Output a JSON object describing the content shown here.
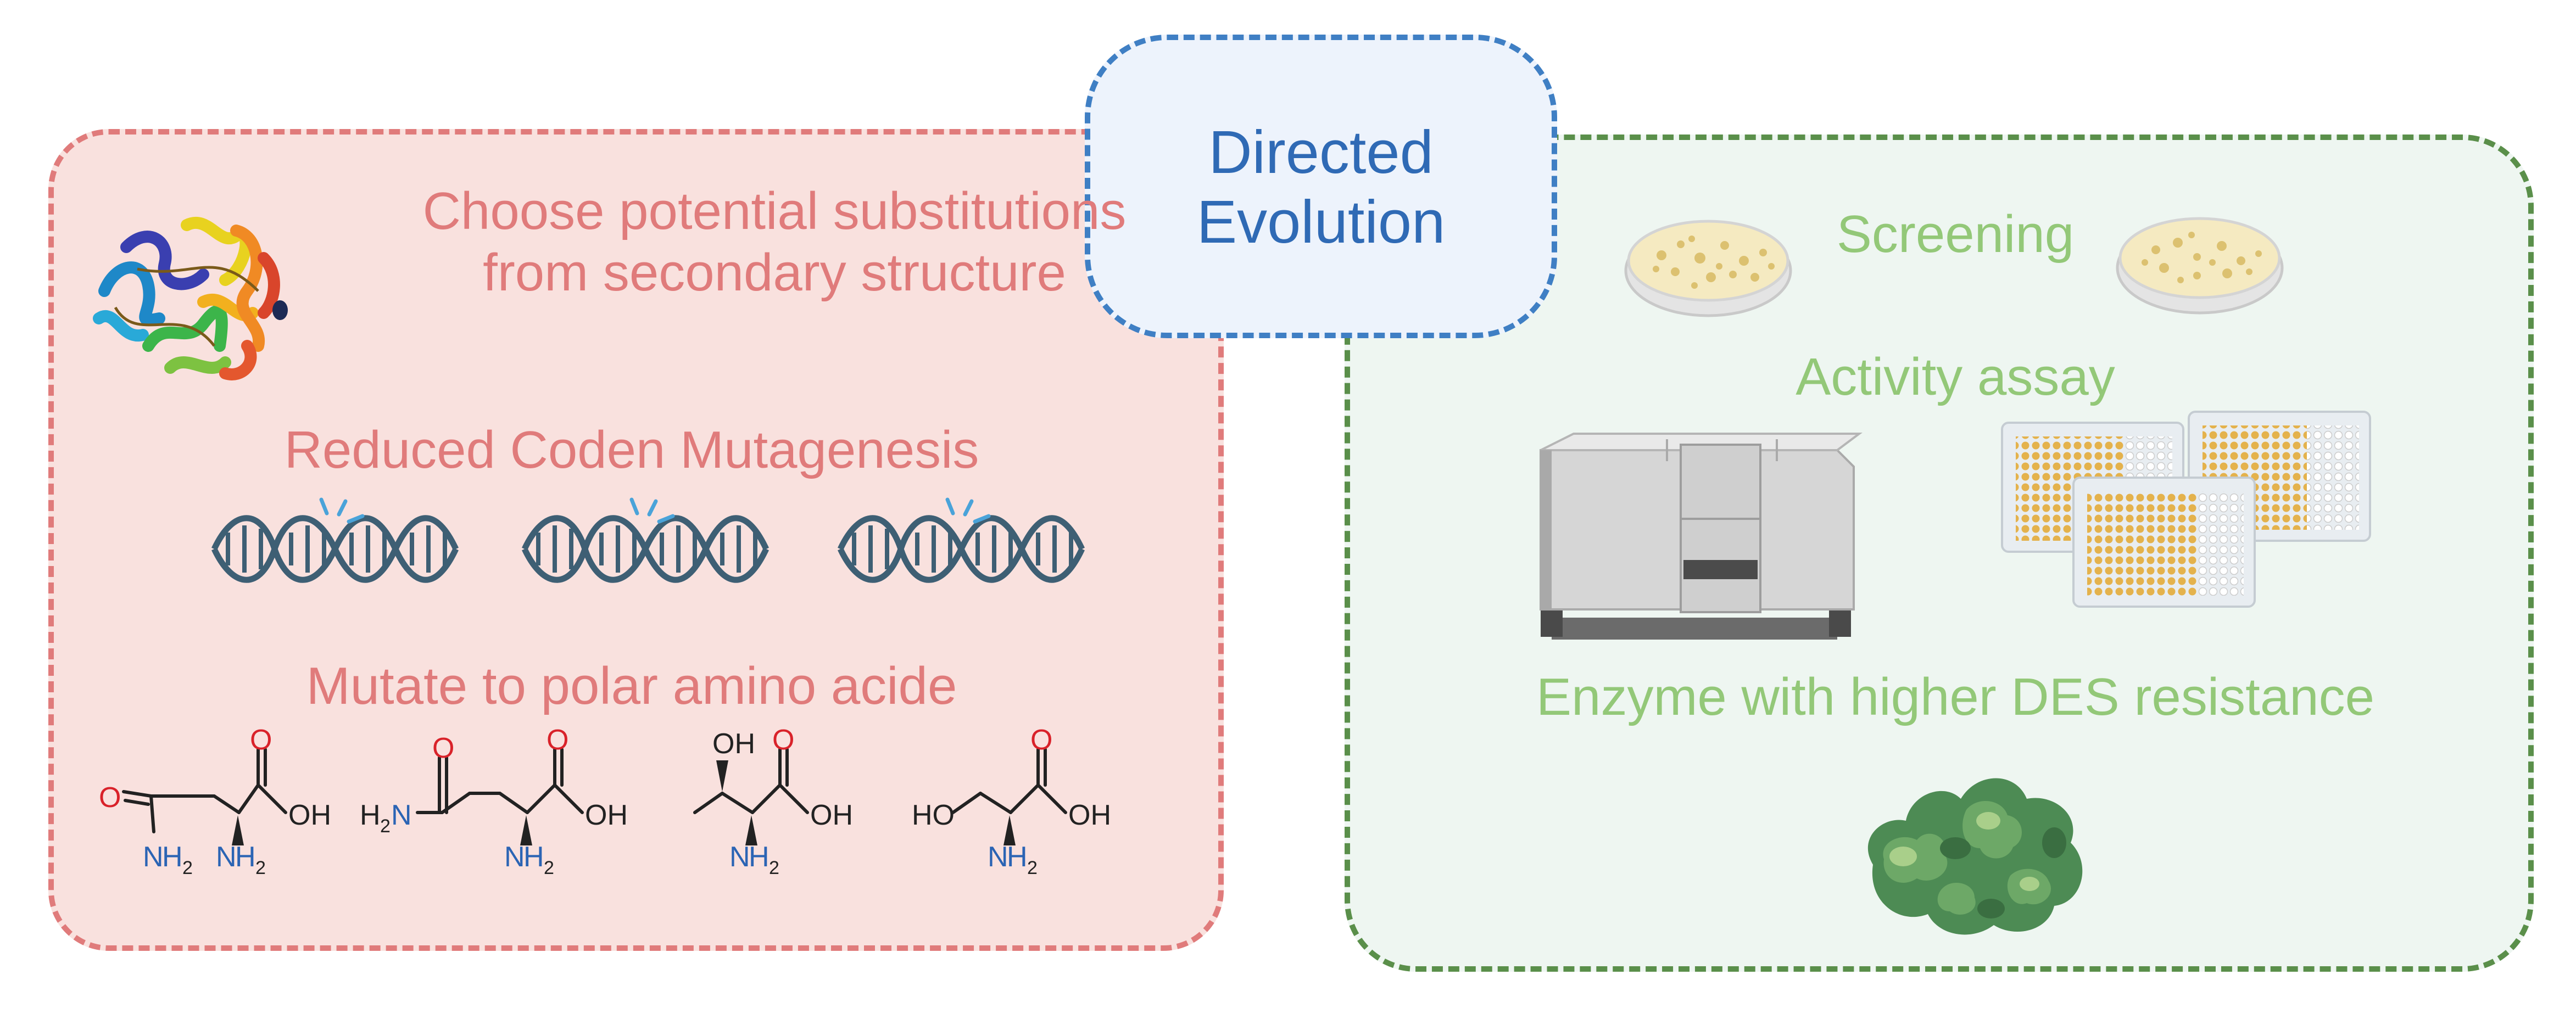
{
  "colors": {
    "left_border": "#e07b7b",
    "left_fill": "#f9e1de",
    "left_text": "#e07b7b",
    "right_border": "#5a8f4a",
    "right_fill": "#eef6f1",
    "right_text": "#93c878",
    "center_border": "#3f7fc4",
    "center_fill": "#edf3fc",
    "center_text": "#2f6ab5",
    "dna": "#3e5f74",
    "spark": "#4aa3d9",
    "oxygen": "#d9222a",
    "nitrogen": "#2b64b4",
    "bond": "#222222"
  },
  "center": {
    "title_line1": "Directed",
    "title_line2": "Evolution"
  },
  "left_panel": {
    "step1_line1": "Choose potential substitutions",
    "step1_line2": "from secondary structure",
    "step2": "Reduced Coden Mutagenesis",
    "step3": "Mutate to polar amino acide",
    "icons": [
      "protein-structure-icon",
      "dna-icon",
      "dna-icon",
      "dna-icon"
    ]
  },
  "right_panel": {
    "screening": "Screening",
    "activity": "Activity assay",
    "result": "Enzyme with higher DES resistance",
    "icons": [
      "petri-dish-icon",
      "petri-dish-icon",
      "plate-reader-icon",
      "well-plate-icon",
      "enzyme-icon"
    ]
  },
  "molecules": {
    "labels": {
      "O": "O",
      "OH": "OH",
      "HO": "HO",
      "N": "N",
      "H": "H",
      "H2_sub": "2"
    },
    "names": [
      "asparagine-structure",
      "glutamine-structure",
      "threonine-structure",
      "serine-structure"
    ]
  }
}
